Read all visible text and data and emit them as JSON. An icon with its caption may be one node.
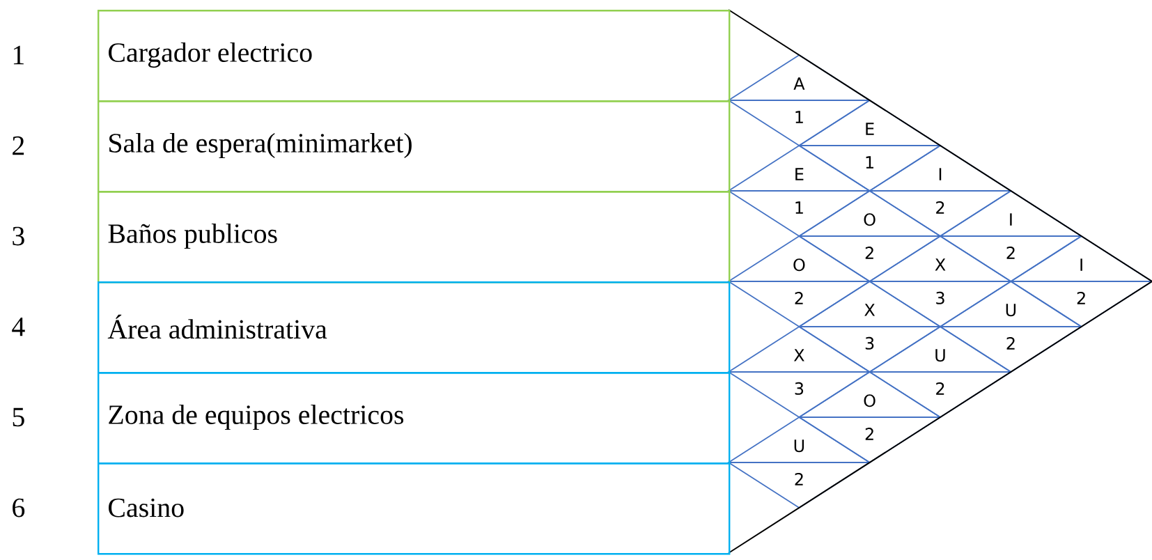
{
  "diagram": {
    "nodes": [
      {
        "text": [
          "1",
          "Cargador electrico"
        ]
      },
      {
        "text": [
          "2",
          "Sala de espera(minimarket)"
        ]
      },
      {
        "text": [
          "3",
          "Baños publicos"
        ]
      },
      {
        "text": [
          "4",
          "Área administrativa"
        ]
      },
      {
        "text": [
          "5",
          "Zona de equipos electricos"
        ]
      },
      {
        "text": [
          "6",
          "Casino"
        ]
      },
      {
        "text": [
          "A",
          "1"
        ]
      },
      {
        "text": [
          "E",
          "1"
        ]
      },
      {
        "text": [
          "E",
          "1"
        ]
      },
      {
        "text": [
          "O",
          "2"
        ]
      },
      {
        "text": [
          "O",
          "2"
        ]
      },
      {
        "text": [
          "I",
          "2"
        ]
      },
      {
        "text": [
          "X",
          "3"
        ]
      },
      {
        "text": [
          "X",
          "3"
        ]
      },
      {
        "text": [
          "X",
          "3"
        ]
      },
      {
        "text": [
          "I",
          "2"
        ]
      },
      {
        "text": [
          "U",
          "2"
        ]
      },
      {
        "text": [
          "O",
          "2"
        ]
      },
      {
        "text": [
          "U",
          "2"
        ]
      },
      {
        "text": [
          "U",
          "2"
        ]
      },
      {
        "text": [
          "I",
          "2"
        ]
      }
    ]
  }
}
